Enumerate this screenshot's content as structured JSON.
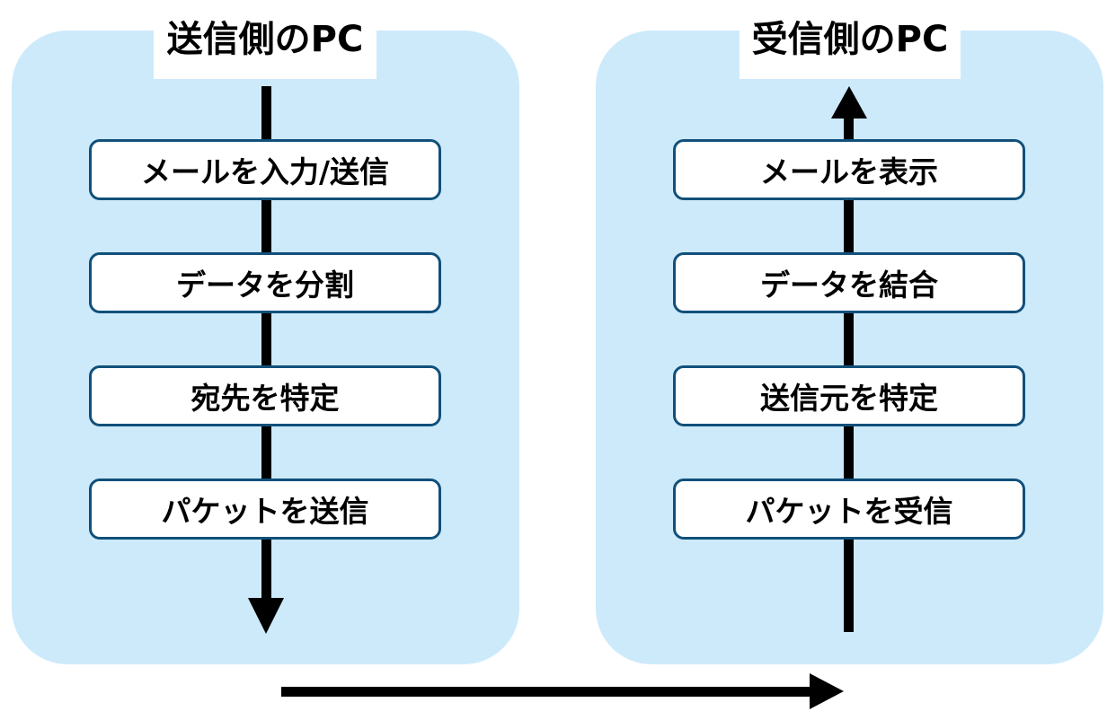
{
  "sender": {
    "title": "送信側のPC",
    "steps": [
      "メールを入力/送信",
      "データを分割",
      "宛先を特定",
      "パケットを送信"
    ]
  },
  "receiver": {
    "title": "受信側のPC",
    "steps": [
      "メールを表示",
      "データを結合",
      "送信元を特定",
      "パケットを受信"
    ]
  },
  "colors": {
    "panel_background": "#cdeafb",
    "step_border": "#11507a",
    "arrow": "#000000"
  }
}
